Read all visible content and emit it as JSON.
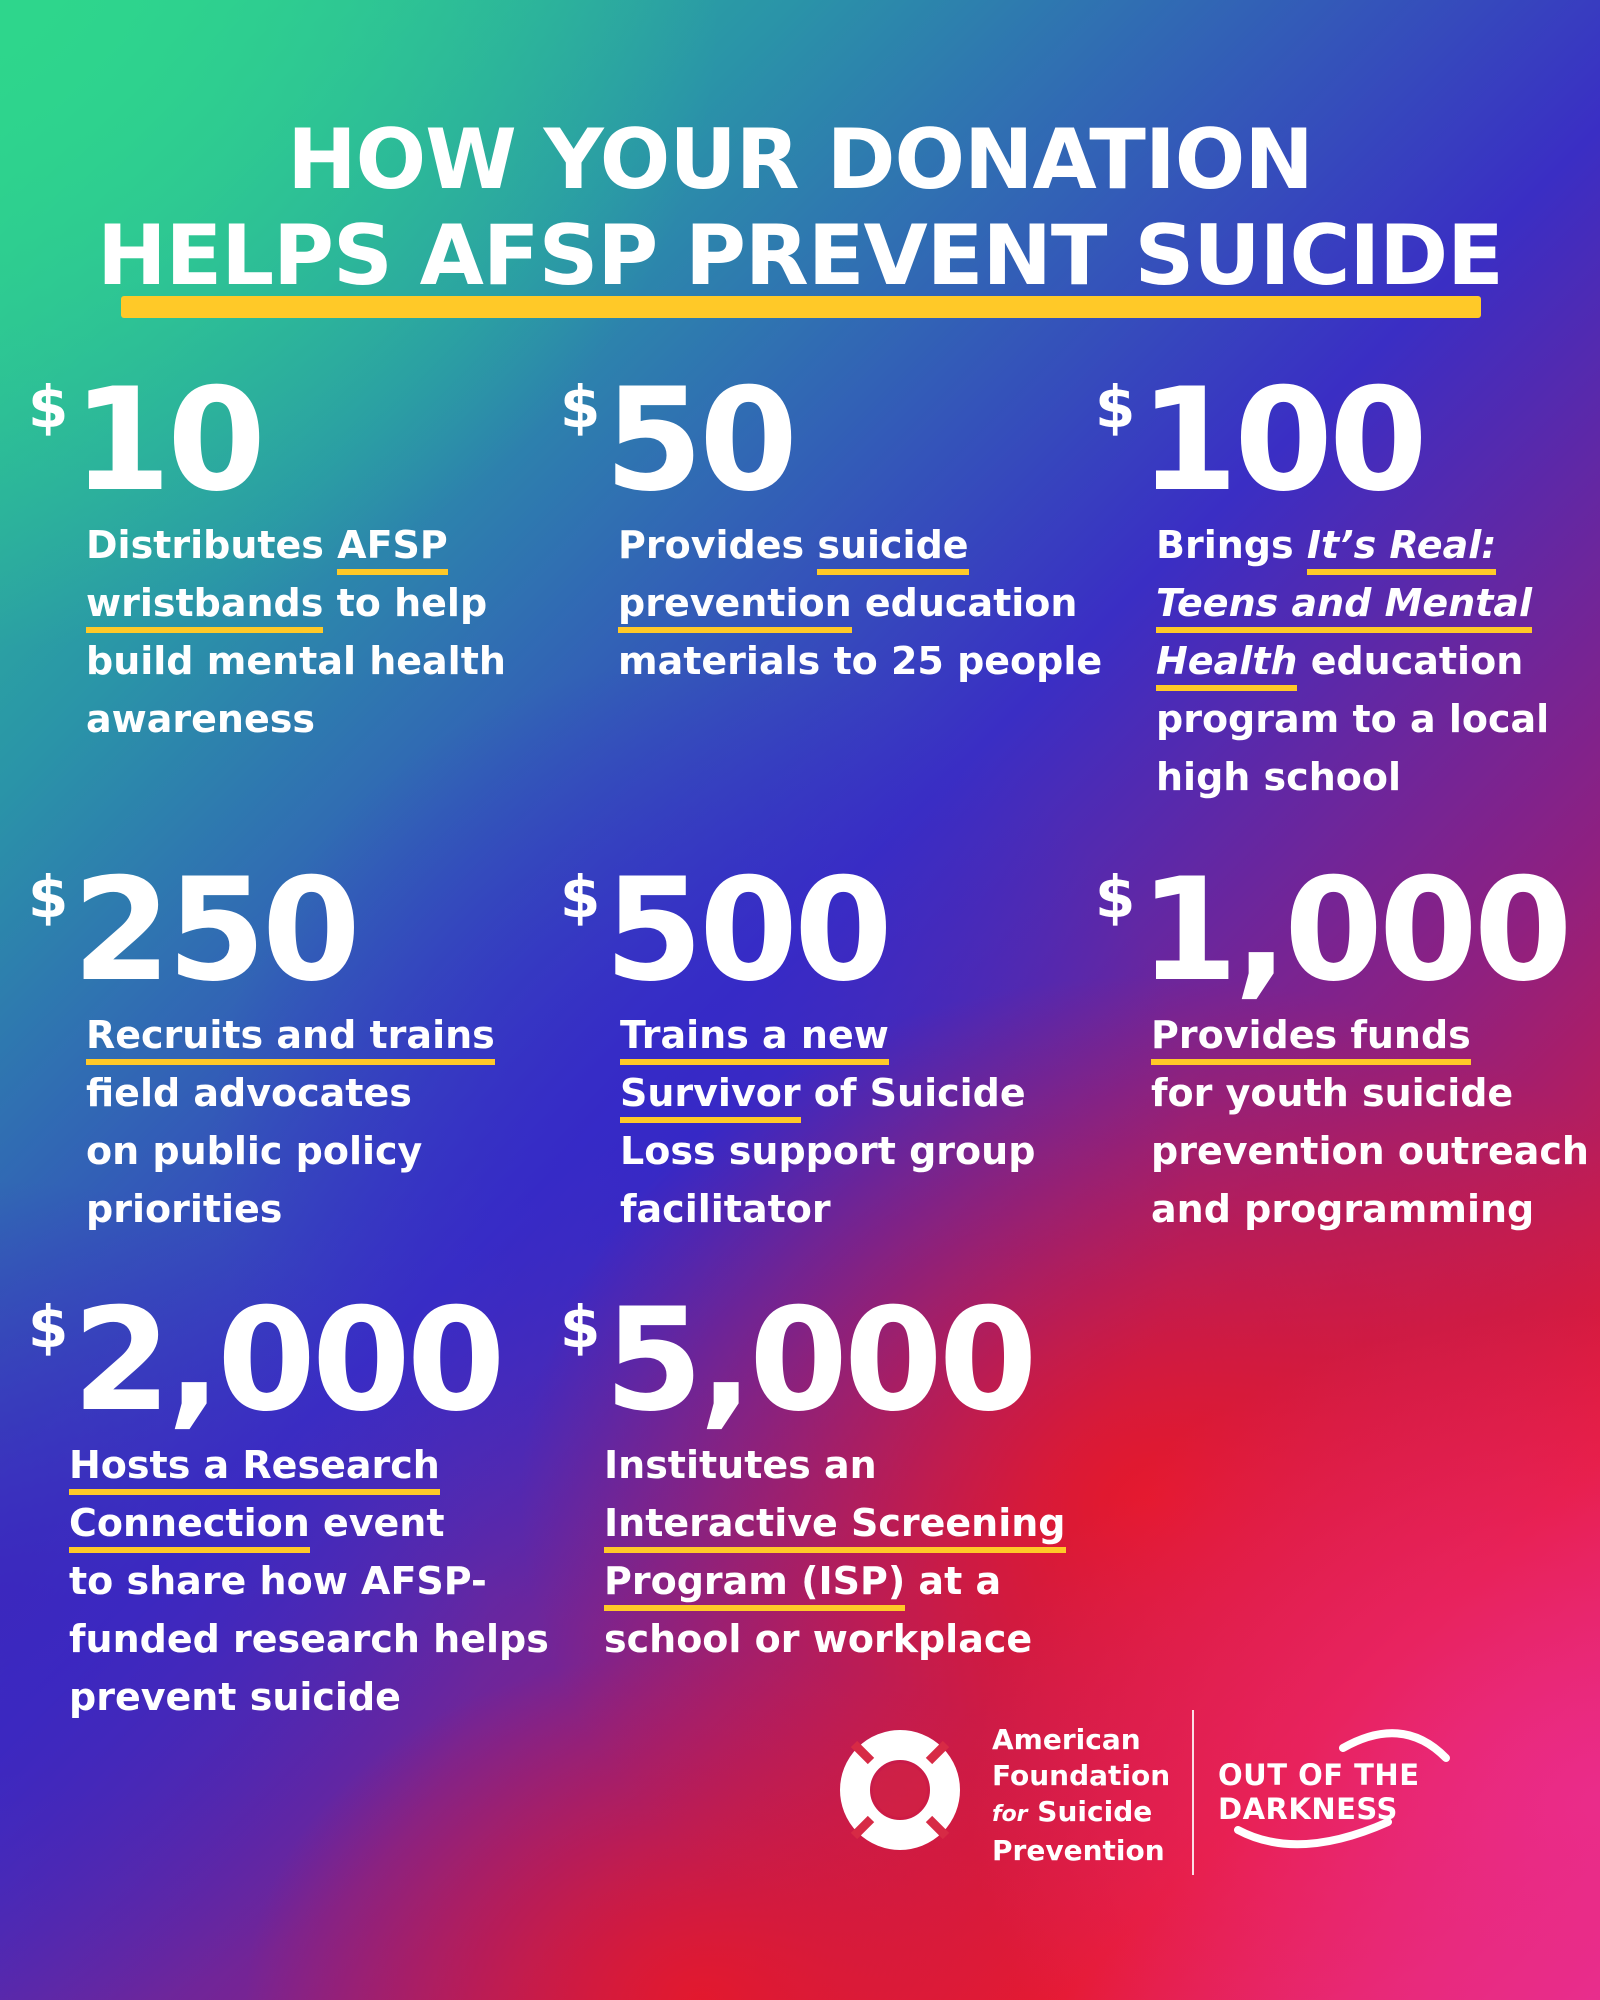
{
  "headline": {
    "line1": "HOW YOUR DONATION",
    "line2": "HELPS AFSP PREVENT SUICIDE"
  },
  "currency_symbol": "$",
  "tiers": [
    {
      "amount": "10",
      "desc": [
        [
          "Distributes ",
          {
            "t": "AFSP",
            "hl": true
          }
        ],
        [
          {
            "t": "wristbands",
            "hl": true
          },
          " to help"
        ],
        [
          "build mental health"
        ],
        [
          "awareness"
        ]
      ]
    },
    {
      "amount": "50",
      "desc": [
        [
          "Provides ",
          {
            "t": "suicide",
            "hl": true
          }
        ],
        [
          {
            "t": "prevention",
            "hl": true
          },
          " education"
        ],
        [
          "materials to 25 people"
        ]
      ]
    },
    {
      "amount": "100",
      "desc": [
        [
          "Brings ",
          {
            "t": "It’s Real:",
            "hl": true,
            "it": true
          }
        ],
        [
          {
            "t": "Teens and Mental",
            "hl": true,
            "it": true
          }
        ],
        [
          {
            "t": "Health",
            "hl": true,
            "it": true
          },
          " education"
        ],
        [
          "program to a local"
        ],
        [
          "high school"
        ]
      ]
    },
    {
      "amount": "250",
      "desc": [
        [
          {
            "t": "Recruits and trains",
            "hl": true
          }
        ],
        [
          "field advocates"
        ],
        [
          "on public policy"
        ],
        [
          "priorities"
        ]
      ]
    },
    {
      "amount": "500",
      "desc": [
        [
          {
            "t": "Trains a new",
            "hl": true
          }
        ],
        [
          {
            "t": "Survivor",
            "hl": true
          },
          " of Suicide"
        ],
        [
          "Loss support group"
        ],
        [
          "facilitator"
        ]
      ]
    },
    {
      "amount": "1,000",
      "desc": [
        [
          {
            "t": "Provides funds",
            "hl": true
          }
        ],
        [
          "for youth suicide"
        ],
        [
          "prevention outreach"
        ],
        [
          "and programming"
        ]
      ]
    },
    {
      "amount": "2,000",
      "desc": [
        [
          {
            "t": "Hosts a Research",
            "hl": true
          }
        ],
        [
          {
            "t": "Connection",
            "hl": true
          },
          " event"
        ],
        [
          "to share how AFSP-"
        ],
        [
          "funded research helps"
        ],
        [
          "prevent suicide"
        ]
      ]
    },
    {
      "amount": "5,000",
      "desc": [
        [
          "Institutes an"
        ],
        [
          {
            "t": "Interactive Screening",
            "hl": true
          }
        ],
        [
          {
            "t": "Program (ISP)",
            "hl": true
          },
          " at a"
        ],
        [
          "school or workplace"
        ]
      ]
    }
  ],
  "org_logo": {
    "line1": "American",
    "line2": "Foundation",
    "line3_for": "for",
    "line3_rest": " Suicide",
    "line4": "Prevention"
  },
  "campaign_logo": {
    "line1": "OUT OF THE",
    "line2": "DARKNESS"
  },
  "colors": {
    "accent_yellow": "#ffc928",
    "text": "#ffffff"
  },
  "icons": [
    "life-ring-icon"
  ]
}
